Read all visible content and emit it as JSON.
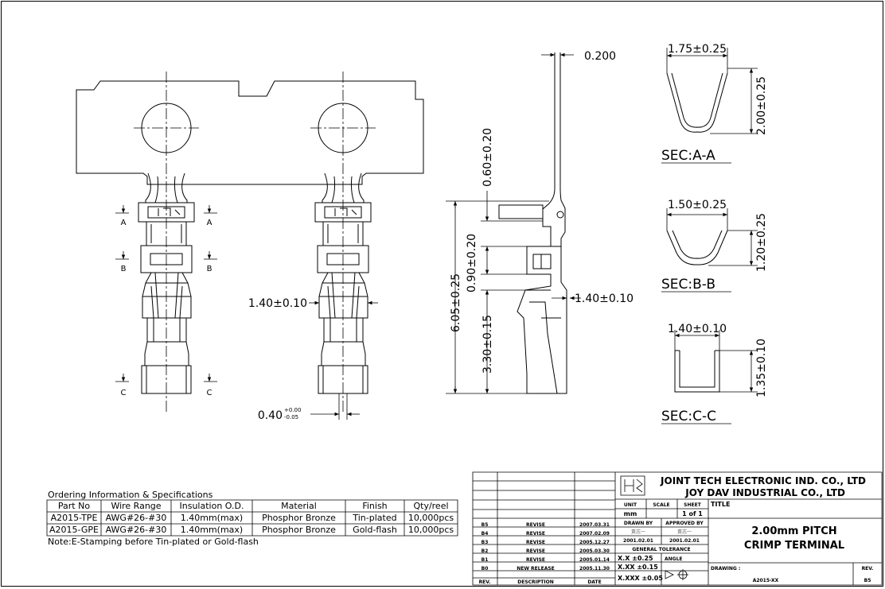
{
  "dimensions": {
    "thickness": "0.200",
    "sec_a_width": "1.75±0.25",
    "sec_a_height": "2.00±0.25",
    "sec_b_width": "1.50±0.25",
    "sec_b_height": "1.20±0.25",
    "sec_c_width": "1.40±0.10",
    "sec_c_height": "1.35±0.10",
    "side_top": "0.60±0.20",
    "side_mid": "0.90±0.20",
    "side_total": "6.05±0.25",
    "side_lower": "3.30±0.15",
    "side_width": "1.40±0.10",
    "front_width": "1.40±0.10",
    "pin_width": "0.40",
    "pin_tol_upper": "+0.00",
    "pin_tol_lower": "-0.05"
  },
  "sections": {
    "a": "SEC:A-A",
    "b": "SEC:B-B",
    "c": "SEC:C-C",
    "mark_a": "A",
    "mark_b": "B",
    "mark_c": "C"
  },
  "ordering": {
    "title": "Ordering Information & Specifications",
    "headers": [
      "Part No",
      "Wire Range",
      "Insulation O.D.",
      "Material",
      "Finish",
      "Qty/reel"
    ],
    "rows": [
      [
        "A2015-TPE",
        "AWG#26-#30",
        "1.40mm(max)",
        "Phosphor Bronze",
        "Tin-plated",
        "10,000pcs"
      ],
      [
        "A2015-GPE",
        "AWG#26-#30",
        "1.40mm(max)",
        "Phosphor Bronze",
        "Gold-flash",
        "10,000pcs"
      ]
    ],
    "note": "Note:E-Stamping before Tin-plated or Gold-flash"
  },
  "title_block": {
    "company1": "JOINT TECH ELECTRONIC IND. CO., LTD",
    "company2": "JOY DAV INDUSTRIAL CO., LTD",
    "unit_label": "UNIT",
    "unit_value": "mm",
    "scale_label": "SCALE",
    "sheet_label": "SHEET",
    "sheet_value": "1 of 1",
    "title_label": "TITLE",
    "title_line1": "2.00mm PITCH",
    "title_line2": "CRIMP TERMINAL",
    "drawn_by": "DRAWN BY",
    "approved_by": "APPROVED BY",
    "drawn_name": "黃志一",
    "approved_name": "黃志一",
    "drawn_date": "2001.02.01",
    "approved_date": "2001.02.01",
    "tolerance": "GENERAL TOLERANCE",
    "tol1": "X.X ±0.25",
    "tol2": "X.XX ±0.15",
    "tol3": "X.XXX ±0.05",
    "angle": "ANGLE",
    "drawing_label": "DRAWING :",
    "drawing_no": "A2015-XX",
    "rev_label": "REV.",
    "rev_value": "B5",
    "rev_header": "REV.",
    "desc_header": "DESCRIPTION",
    "date_header": "DATE",
    "revisions": [
      {
        "rev": "B5",
        "desc": "REVISE",
        "date": "2007.03.31"
      },
      {
        "rev": "B4",
        "desc": "REVISE",
        "date": "2007.02.09"
      },
      {
        "rev": "B3",
        "desc": "REVISE",
        "date": "2005.12.27"
      },
      {
        "rev": "B2",
        "desc": "REVISE",
        "date": "2005.03.30"
      },
      {
        "rev": "B1",
        "desc": "REVISE",
        "date": "2005.01.14"
      },
      {
        "rev": "B0",
        "desc": "NEW RELEASE",
        "date": "2005.11.30"
      }
    ]
  }
}
